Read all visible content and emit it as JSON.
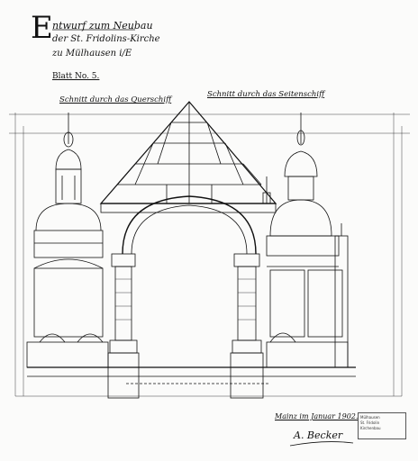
{
  "title": {
    "initial": "E",
    "line1": "ntwurf zum Neubau",
    "line2": "der St. Fridolins-Kirche",
    "line3": "zu Mülhausen i/E"
  },
  "sheet_no": "Blatt No. 5.",
  "labels": {
    "left_section": "Schnitt durch das Querschiff",
    "right_section": "Schnitt durch das Seitenschiff"
  },
  "date": "Mainz im Januar 1902.",
  "signature": "A. Becker",
  "stamp": {
    "line1": "Mülhausen",
    "line2": "St. Fridolin",
    "line3": "Kirchenbau"
  }
}
